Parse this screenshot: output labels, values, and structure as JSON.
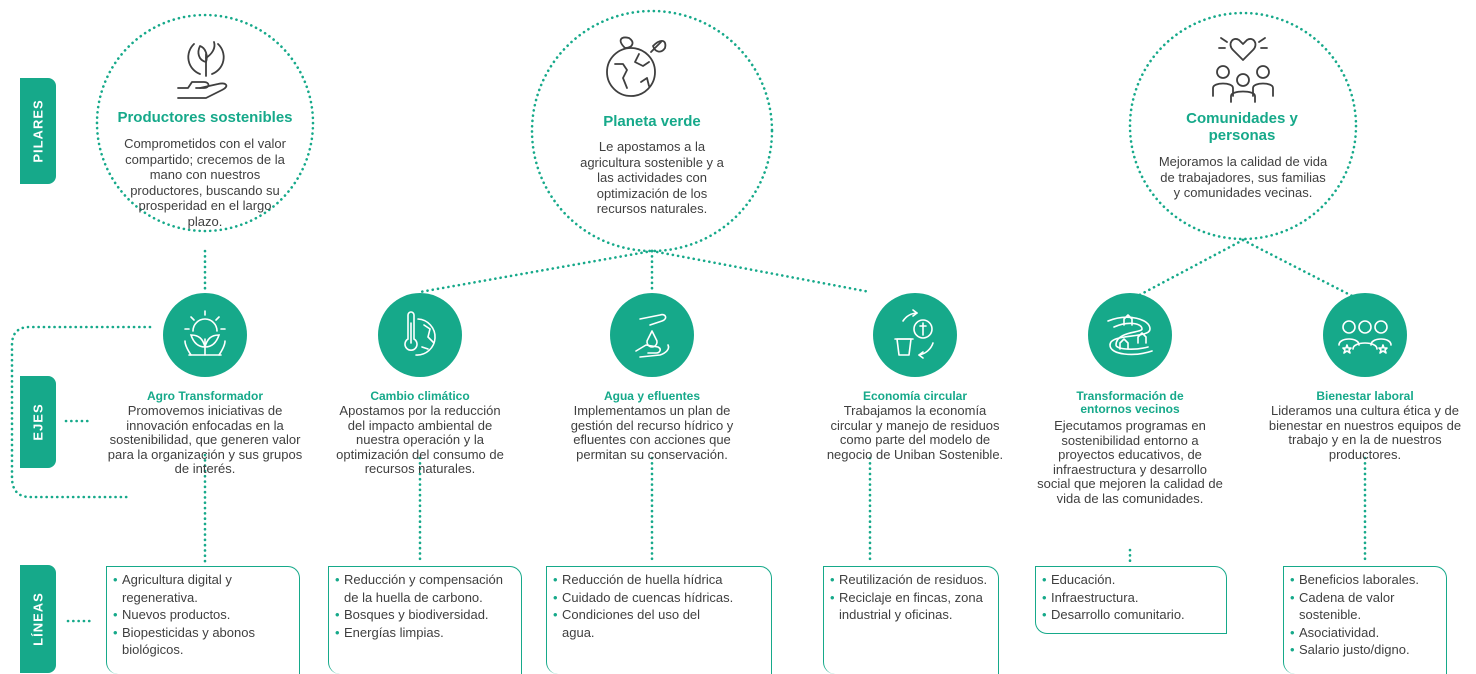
{
  "side_labels": {
    "pilares": "PILARES",
    "ejes": "EJES",
    "lineas": "LÍNEAS"
  },
  "pilares": [
    {
      "title": "Productores sostenibles",
      "desc": "Comprometidos con el valor compartido; crecemos de la mano con nuestros productores, buscando su prosperidad en el largo plazo.",
      "icon": "hand-holding-sprout-icon"
    },
    {
      "title": "Planeta verde",
      "desc": "Le apostamos a la agricultura sostenible y a las actividades con optimización de los recursos naturales.",
      "icon": "globe-with-leaves-icon"
    },
    {
      "title": "Comunidades y personas",
      "desc": "Mejoramos la calidad de vida de trabajadores, sus familias y comunidades vecinas.",
      "icon": "heart-over-people-icon"
    }
  ],
  "ejes": [
    {
      "title": "Agro Transformador",
      "desc": "Promovemos iniciativas de innovación enfocadas en la sostenibilidad, que generen valor para la organización y sus grupos de interés.",
      "icon": "sun-over-sprouts-icon",
      "lineas": [
        "Agricultura digital y regenerativa.",
        "Nuevos productos.",
        "Biopesticidas y abonos biológicos."
      ]
    },
    {
      "title": "Cambio climático",
      "desc": "Apostamos por la reducción del impacto ambiental de nuestra operación y la optimización del consumo de recursos naturales.",
      "icon": "thermometer-globe-icon",
      "lineas": [
        "Reducción y compensación de la huella de carbono.",
        "Bosques y biodiversidad.",
        "Energías limpias."
      ]
    },
    {
      "title": "Agua y efluentes",
      "desc": "Implementamos un plan de gestión del recurso hídrico y efluentes con acciones que permitan su conservación.",
      "icon": "hand-water-drop-icon",
      "lineas": [
        "Reducción de huella hídrica",
        "Cuidado de cuencas hídricas.",
        "Condiciones del uso del agua."
      ]
    },
    {
      "title": "Economía circular",
      "desc": "Trabajamos la economía circular y manejo de residuos como parte del modelo de negocio de Uniban Sostenible.",
      "icon": "recycle-coin-icon",
      "lineas": [
        "Reutilización de residuos.",
        "Reciclaje en fincas, zona industrial y oficinas."
      ]
    },
    {
      "title": "Transformación de entornos vecinos",
      "desc": "Ejecutamos programas en sostenibilidad entorno a proyectos educativos, de infraestructura y desarrollo social que mejoren la calidad de vida de las comunidades.",
      "icon": "road-with-houses-icon",
      "lineas": [
        "Educación.",
        "Infraestructura.",
        "Desarrollo comunitario."
      ]
    },
    {
      "title": "Bienestar laboral",
      "desc": "Lideramos una cultura ética y de bienestar en nuestros equipos de trabajo y en la de nuestros productores.",
      "icon": "team-with-stars-icon",
      "lineas": [
        "Beneficios laborales.",
        "Cadena de valor sostenible.",
        "Asociatividad.",
        "Salario justo/digno."
      ]
    }
  ],
  "colors": {
    "accent": "#16a98a",
    "text": "#3f3f3f"
  }
}
